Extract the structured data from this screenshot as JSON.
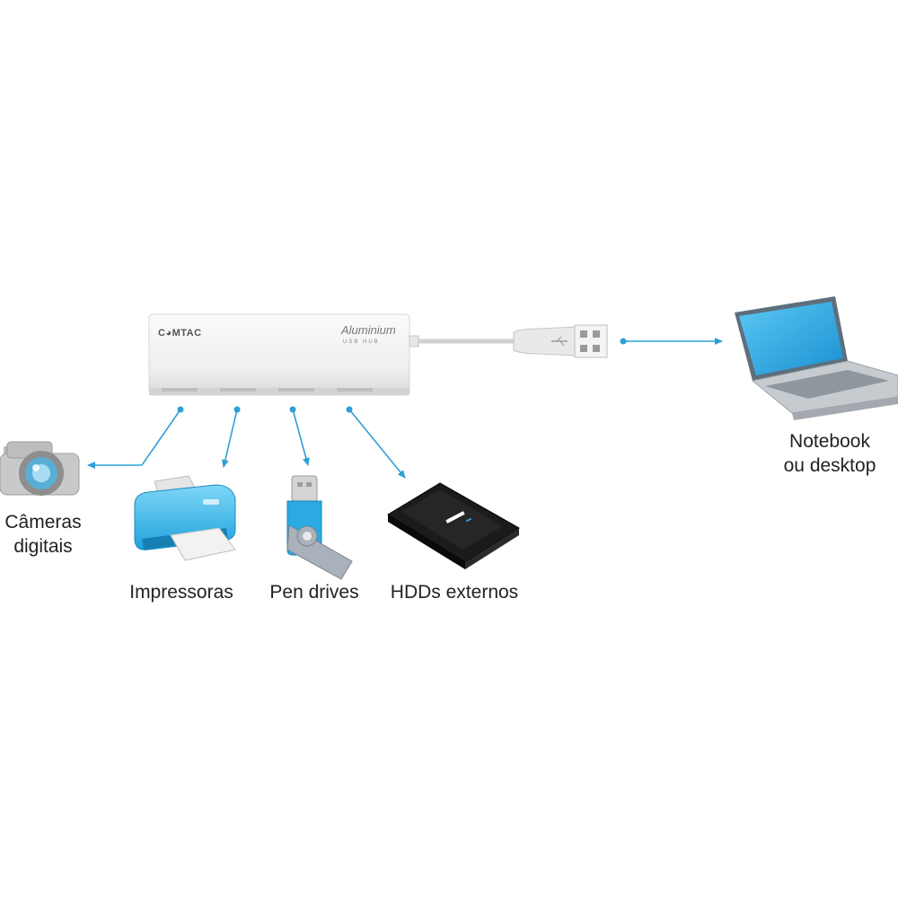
{
  "hub": {
    "brand": "C◕MTAC",
    "model_line1": "Aluminium",
    "model_line2": "USB HUB"
  },
  "labels": {
    "cameras": "Câmeras\ndigitais",
    "printers": "Impressoras",
    "pen_drives": "Pen drives",
    "hdds": "HDDs externos",
    "notebook": "Notebook\nou desktop"
  },
  "colors": {
    "arrow": "#2f9fd8",
    "device_blue": "#29b3ea",
    "label_text": "#222222"
  }
}
